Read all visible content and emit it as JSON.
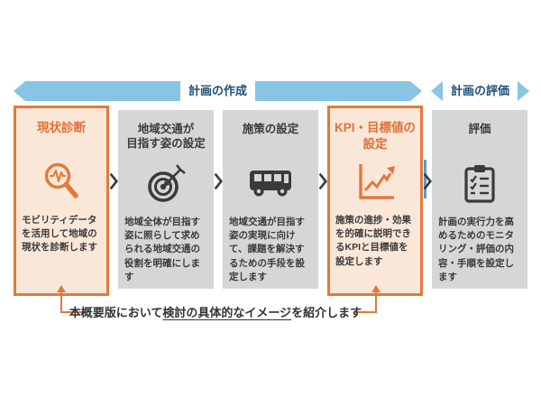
{
  "banner": {
    "plan_create": "計画の作成",
    "plan_evaluate": "計画の評価"
  },
  "steps": [
    {
      "t1": "現状診断",
      "t2": "",
      "desc": "モビリティデータを活用して地域の現状を診断します",
      "icon": "magnifier-pulse-icon",
      "highlighted": true
    },
    {
      "t1": "地域交通が",
      "t2": "目指す姿の設定",
      "desc": "地域全体が目指す姿に照らして求められる地域交通の役割を明確にします",
      "icon": "target-dart-icon",
      "highlighted": false
    },
    {
      "t1": "施策の設定",
      "t2": "",
      "desc": "地域交通が目指す姿の実現に向けて、課題を解決するための手段を設定します",
      "icon": "bus-icon",
      "highlighted": false
    },
    {
      "t1": "KPI・目標値の",
      "t2": "設定",
      "desc": "施策の進捗・効果を的確に説明できるKPIと目標値を設定します",
      "icon": "line-chart-arrow-icon",
      "highlighted": true
    },
    {
      "t1": "評価",
      "t2": "",
      "desc": "計画の実行力を高めるためのモニタリング・評価の内容・手順を設定します",
      "icon": "clipboard-checklist-icon",
      "highlighted": false
    }
  ],
  "note": {
    "prefix": "本概要版において",
    "underlined": "検討の具体的なイメージ",
    "suffix": "を紹介します"
  },
  "colors": {
    "banner_blue": "#89C4E4",
    "divider_blue": "#4C9FD2",
    "banner_text_navy": "#1F4E79",
    "accent_orange": "#E2793B",
    "highlight_card_bg": "#FBE7D8",
    "gray_card_bg": "#D6D6D6",
    "dark_text": "#3A3A3A"
  }
}
